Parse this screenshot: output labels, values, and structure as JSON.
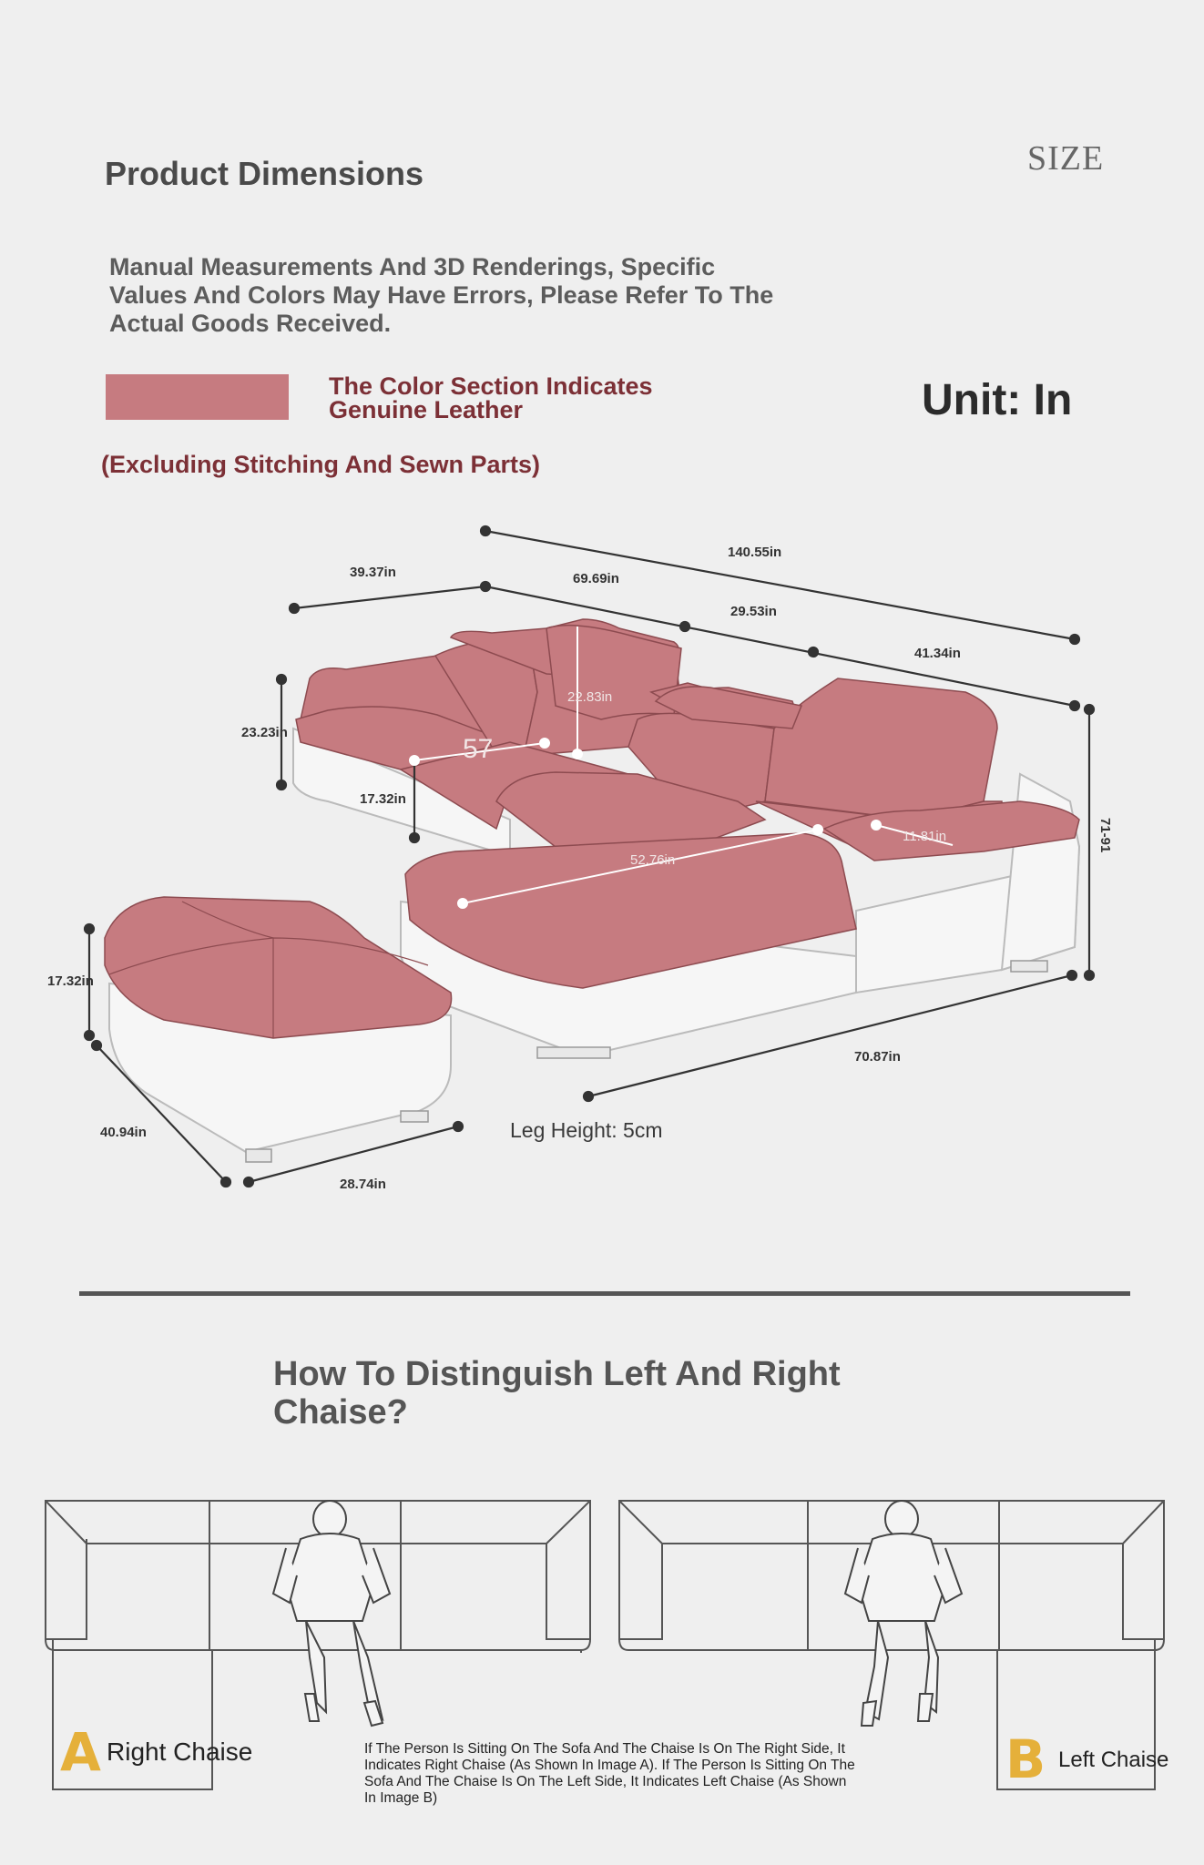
{
  "header": {
    "title": "Product Dimensions",
    "size_label": "SIZE",
    "disclaimer": "Manual Measurements And 3D Renderings, Specific Values And Colors May Have Errors, Please Refer To The Actual Goods Received.",
    "color_note": "The Color Section Indicates Genuine Leather",
    "unit": "Unit: In",
    "excluding": "(Excluding Stitching And Sewn Parts)"
  },
  "colors": {
    "leather": "#c67b80",
    "accent_text": "#7c3036",
    "letter_gold": "#e5b03a"
  },
  "dimensions": {
    "total_length": "140.55in",
    "left_arm_width": "39.37in",
    "middle_length": "69.69in",
    "middle_seg": "29.53in",
    "right_seg": "41.34in",
    "back_height": "23.23in",
    "headrest_height": "22.83in",
    "seat_depth": "57",
    "seat_height": "17.32in",
    "chaise_length": "52.76in",
    "arm_width": "11.81in",
    "side_height": "71-91",
    "chaise_base": "70.87in",
    "ottoman_height": "17.32in",
    "ottoman_depth": "40.94in",
    "ottoman_width": "28.74in",
    "leg_height": "Leg Height: 5cm"
  },
  "guide": {
    "title": "How To Distinguish Left And Right Chaise?",
    "a_letter": "A",
    "a_label": "Right Chaise",
    "b_letter": "B",
    "b_label": "Left Chaise",
    "explanation": "If The Person Is Sitting On The Sofa And The Chaise Is On The Right Side, It Indicates Right Chaise (As Shown In Image A). If The Person Is Sitting On The Sofa And The Chaise Is On The Left Side, It Indicates Left Chaise (As Shown In Image B)"
  }
}
